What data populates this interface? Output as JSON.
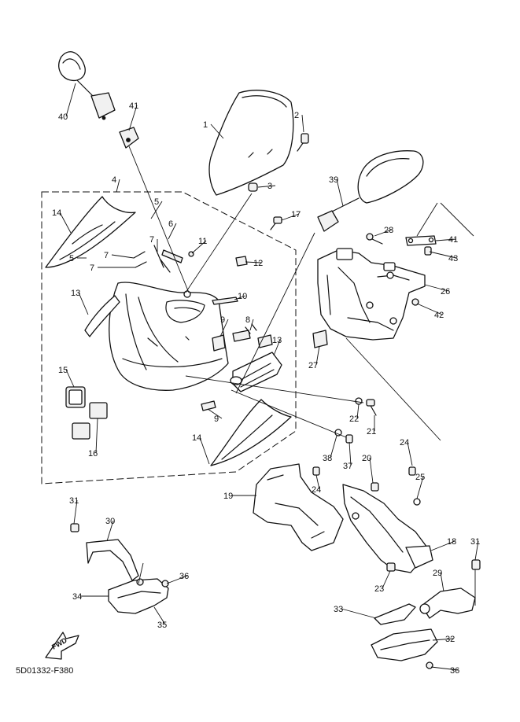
{
  "diagram": {
    "caption": "5D01332-F380",
    "fwd_label": "FWD",
    "callouts": [
      "1",
      "2",
      "3",
      "4",
      "5",
      "5",
      "6",
      "7",
      "7",
      "7",
      "8",
      "9",
      "9",
      "10",
      "11",
      "12",
      "13",
      "13",
      "14",
      "14",
      "15",
      "16",
      "17",
      "18",
      "19",
      "20",
      "21",
      "22",
      "23",
      "24",
      "24",
      "25",
      "26",
      "27",
      "28",
      "29",
      "30",
      "31",
      "31",
      "32",
      "33",
      "34",
      "35",
      "36",
      "36",
      "37",
      "38",
      "39",
      "40",
      "41",
      "41",
      "42",
      "43"
    ]
  }
}
